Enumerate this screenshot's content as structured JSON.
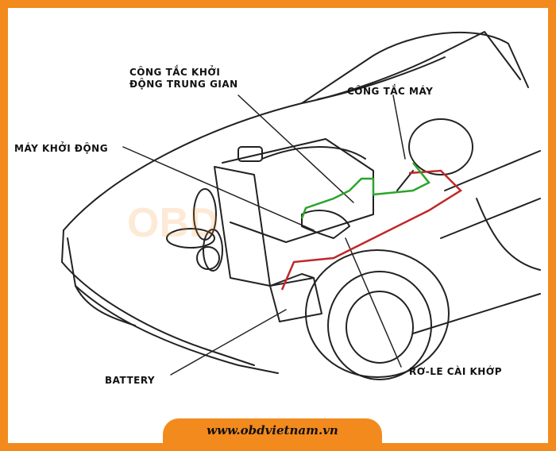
{
  "labels": {
    "intermediate_switch": "CÔNG TẮC KHỞI\nĐỘNG TRUNG GIAN",
    "ignition_switch": "CÔNG TẮC MÁY",
    "starter_motor": "MÁY KHỞI ĐỘNG",
    "battery": "BATTERY",
    "relay": "RƠ-LE CÀI KHỚP"
  },
  "watermark": "OBD",
  "footer": {
    "url": "www.obdvietnam.vn"
  },
  "colors": {
    "frame": "#f28a1e",
    "positive_wire": "#c0282a",
    "signal_wire": "#2aa52a",
    "line_art": "#222222"
  }
}
